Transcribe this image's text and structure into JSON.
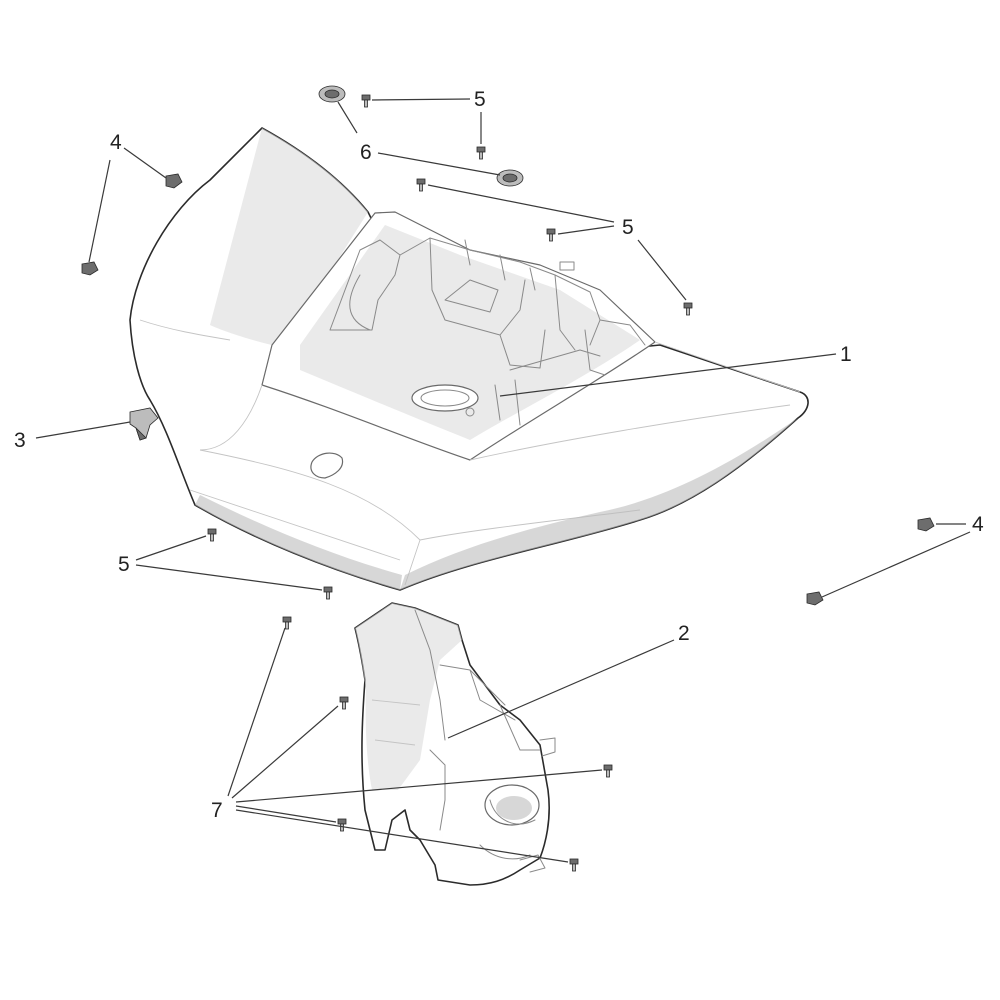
{
  "callouts": {
    "c1": "1",
    "c2": "2",
    "c3": "3",
    "c4a": "4",
    "c4b": "4",
    "c5a": "5",
    "c5b": "5",
    "c5c": "5",
    "c6": "6",
    "c7": "7"
  },
  "colors": {
    "line": "#2b2b2b",
    "shade": "#d9d9d9",
    "hardware": "#6d6d6d"
  },
  "parts": [
    {
      "ref": "1",
      "icon": "front-fairing-panel"
    },
    {
      "ref": "2",
      "icon": "inner-cover-panel"
    },
    {
      "ref": "3",
      "icon": "plastic-clip"
    },
    {
      "ref": "4",
      "icon": "spring-nut-clip"
    },
    {
      "ref": "5",
      "icon": "screw"
    },
    {
      "ref": "6",
      "icon": "rubber-grommet"
    },
    {
      "ref": "7",
      "icon": "screw"
    }
  ]
}
